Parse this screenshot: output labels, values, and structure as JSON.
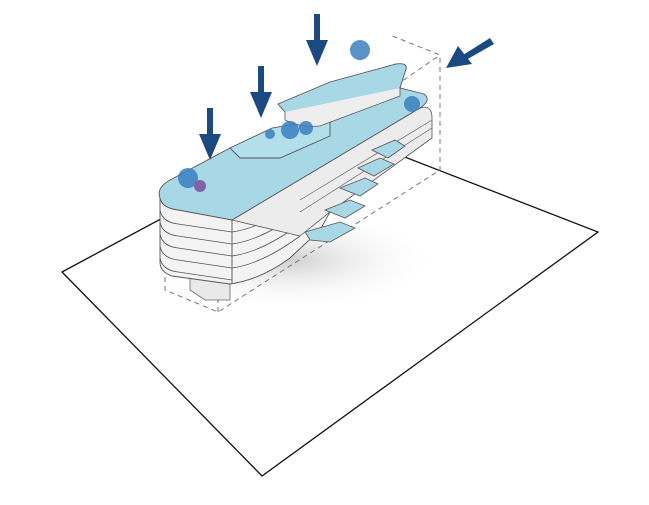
{
  "diagram": {
    "colors": {
      "roof": "#a8d8e6",
      "roof_edge": "#5a6a70",
      "facade": "#f4f4f4",
      "facade_shadow": "#d6d6d6",
      "arrow": "#1b4a82",
      "site_line": "#111111",
      "bbox_dash": "#777777",
      "tree": "#3a7fc0"
    },
    "arrows": [
      {
        "direction": "down"
      },
      {
        "direction": "down"
      },
      {
        "direction": "down"
      },
      {
        "direction": "down-left"
      }
    ]
  }
}
